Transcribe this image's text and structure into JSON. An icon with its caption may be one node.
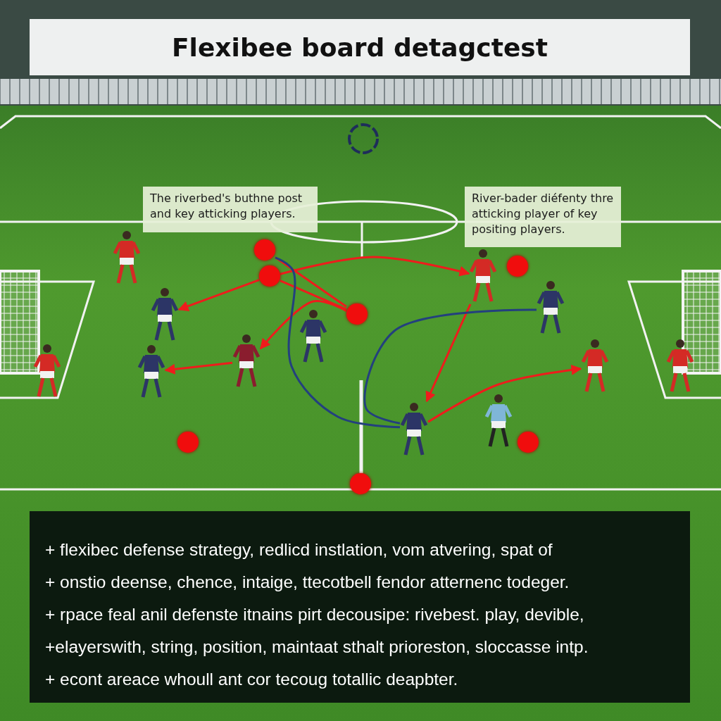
{
  "diagram": {
    "title": "Flexibee board detagctest",
    "nodes": [
      {
        "text": [],
        "shape": "circle"
      },
      {
        "text": [],
        "shape": "person"
      },
      {
        "text": [],
        "shape": "circle"
      },
      {
        "text": [],
        "shape": "person"
      },
      {
        "text": [],
        "shape": "circle"
      },
      {
        "text": [],
        "shape": "person"
      },
      {
        "text": [],
        "shape": "person"
      },
      {
        "text": [],
        "shape": "circle"
      },
      {
        "text": [],
        "shape": "person"
      },
      {
        "text": [],
        "shape": "person"
      },
      {
        "text": [],
        "shape": "person"
      },
      {
        "text": [],
        "shape": "person"
      },
      {
        "text": [],
        "shape": "person"
      },
      {
        "text": [],
        "shape": "person"
      },
      {
        "text": [],
        "shape": "person"
      },
      {
        "text": [],
        "shape": "person"
      },
      {
        "text": [],
        "shape": "circle"
      },
      {
        "text": [],
        "shape": "circle"
      },
      {
        "text": [],
        "shape": "circle"
      }
    ],
    "edges": [
      {
        "from": 0,
        "to": 7,
        "arrow": "none"
      },
      {
        "from": 4,
        "to": 5,
        "arrow": "to"
      },
      {
        "from": 4,
        "to": 7,
        "arrow": "none"
      },
      {
        "from": 4,
        "to": 3,
        "arrow": "to"
      },
      {
        "from": 7,
        "to": 9,
        "arrow": "to"
      },
      {
        "from": 9,
        "to": 10,
        "arrow": "to"
      },
      {
        "from": 3,
        "to": 14,
        "arrow": "to"
      },
      {
        "from": 14,
        "to": 11,
        "arrow": "to"
      },
      {
        "from": 0,
        "to": 14,
        "arrow": "none",
        "color": "#23407e"
      },
      {
        "from": 6,
        "to": 14,
        "arrow": "none",
        "color": "#23407e"
      }
    ],
    "labels": [
      "The riverbed's buthne post and key atticking players.",
      "River-bader diéfenty thre atticking player of key positing players.",
      "+ flexibec defense strategy, redlicd instlation, vom atvering, spat of",
      "+ onstio deense, chence, intaige, ttecotbell fendor atternenc todeger.",
      "+ rpace feal anil defenste itnains pirt decousipe: rivebest. play, devible,",
      "+elayerswith, string, position, maintaat sthalt prioreston, sloccasse intp.",
      "+ econt areace whoull ant cor tecoug totallic deapbter."
    ]
  }
}
